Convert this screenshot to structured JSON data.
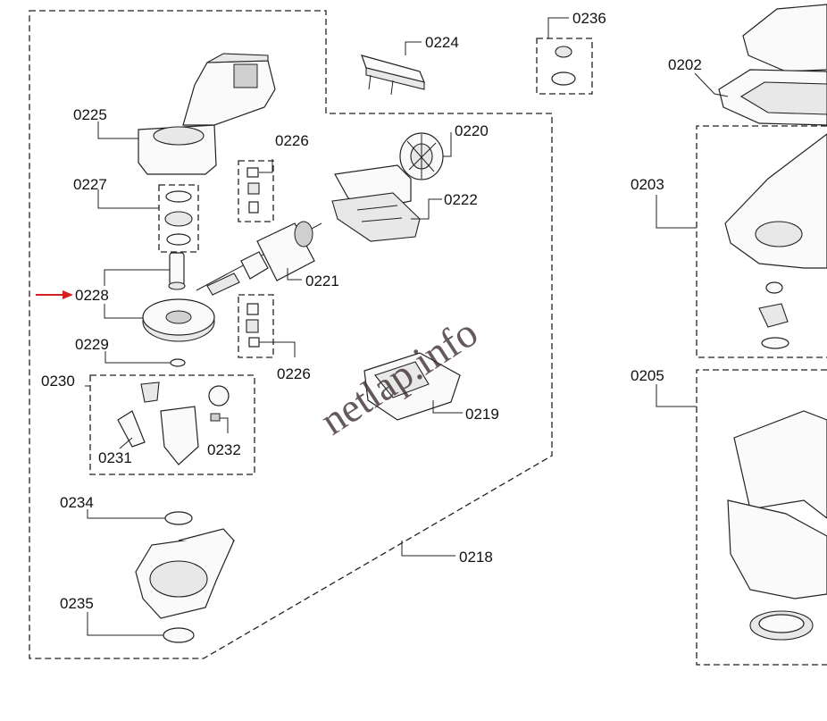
{
  "watermark": "netlap.info",
  "labels": {
    "l0218": "0218",
    "l0219": "0219",
    "l0220": "0220",
    "l0221": "0221",
    "l0222": "0222",
    "l0224": "0224",
    "l0225": "0225",
    "l0226a": "0226",
    "l0226b": "0226",
    "l0227": "0227",
    "l0228": "0228",
    "l0229": "0229",
    "l0230": "0230",
    "l0231": "0231",
    "l0232": "0232",
    "l0234": "0234",
    "l0235": "0235",
    "l0236": "0236",
    "l0202": "0202",
    "l0203": "0203",
    "l0205": "0205"
  },
  "colors": {
    "arrow": "#d62020",
    "line": "#222222"
  },
  "highlighted_part": "0228"
}
